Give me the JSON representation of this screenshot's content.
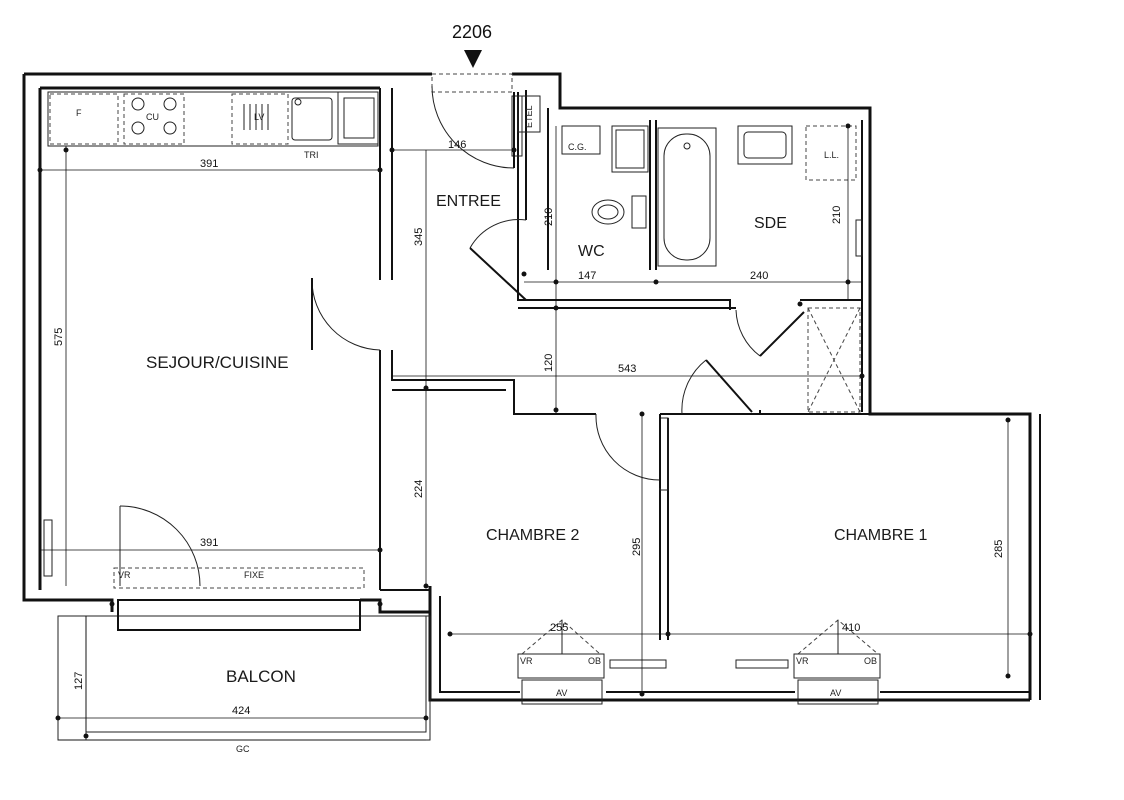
{
  "apartment_number": "2206",
  "rooms": {
    "sejour": "SEJOUR/CUISINE",
    "entree": "ENTREE",
    "wc": "WC",
    "sde": "SDE",
    "chambre1": "CHAMBRE 1",
    "chambre2": "CHAMBRE 2",
    "balcon": "BALCON"
  },
  "fixtures": {
    "fridge": "F",
    "cooktop": "CU",
    "dishwasher": "LV",
    "sorting": "TRI",
    "electric_panel": "ETEL",
    "cupboard": "C.G.",
    "washing_machine": "L.L."
  },
  "window_labels": {
    "sliding": "VR",
    "fixed": "FIXE",
    "opening": "OB",
    "rail": "AV",
    "railing": "GC"
  },
  "dimensions": {
    "kitchen_width": "391",
    "sejour_depth": "575",
    "sejour_width_bottom": "391",
    "entree_width": "146",
    "entree_depth": "345",
    "corridor_depth": "224",
    "wc_depth": "210",
    "wc_width": "147",
    "sde_depth": "210",
    "sde_width": "240",
    "corridor_height": "120",
    "corridor_length": "543",
    "chambre2_depth": "295",
    "chambre2_width": "255",
    "chambre1_depth": "285",
    "chambre1_width": "410",
    "balcon_depth": "127",
    "balcon_width": "424"
  }
}
